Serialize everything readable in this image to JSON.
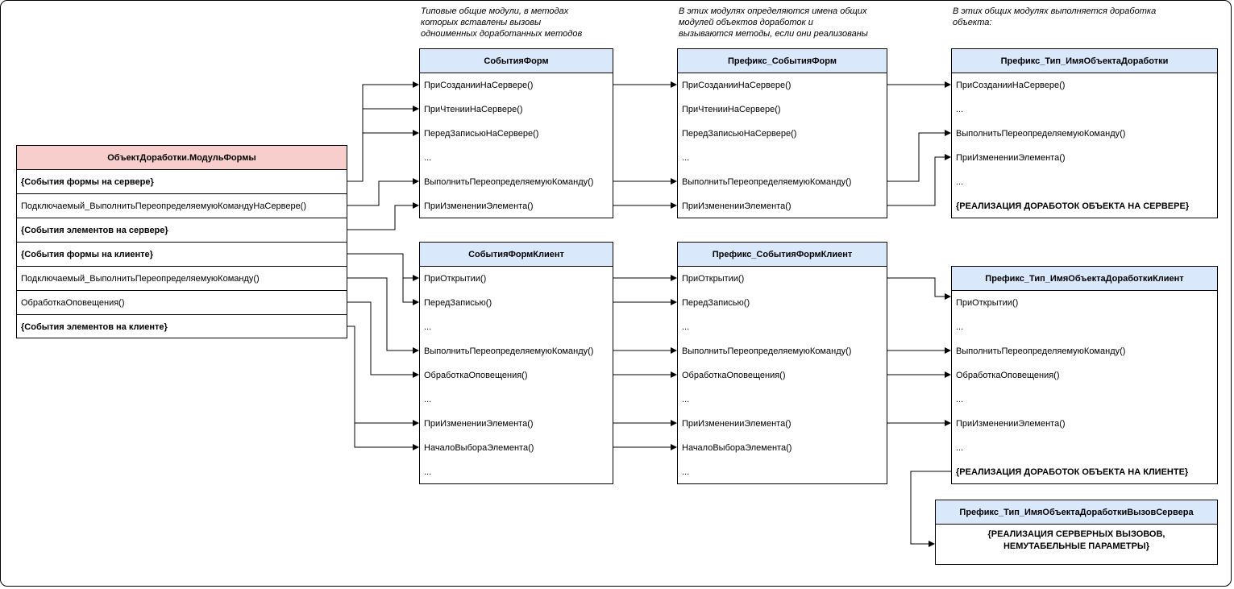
{
  "notes": {
    "typical": [
      "Типовые общие модули, в методах",
      "которых вставлены вызовы",
      "одноименных доработанных методов"
    ],
    "prefix": [
      "В этих модулях определяются имена общих",
      "модулей объектов доработок и",
      "вызываются методы, если они реализованы"
    ],
    "object": [
      "В этих общих модулях выполняется доработка",
      "объекта:"
    ]
  },
  "form_module": {
    "title": "ОбъектДоработки.МодульФормы",
    "rows": [
      "{События формы на сервере}",
      "Подключаемый_ВыполнитьПереопределяемуюКомандуНаСервере()",
      "{События элементов на сервере}",
      "{События формы на клиенте}",
      "Подключаемый_ВыполнитьПереопределяемуюКоманду()",
      "ОбработкаОповещения()",
      "{События элементов на клиенте}"
    ]
  },
  "form_events": {
    "title": "СобытияФорм",
    "rows": [
      "ПриСозданииНаСервере()",
      "ПриЧтенииНаСервере()",
      "ПередЗаписьюНаСервере()",
      "...",
      "ВыполнитьПереопределяемуюКоманду()",
      "ПриИзмененииЭлемента()"
    ]
  },
  "form_events_client": {
    "title": "СобытияФормКлиент",
    "rows": [
      "ПриОткрытии()",
      "ПередЗаписью()",
      "...",
      "ВыполнитьПереопределяемуюКоманду()",
      "ОбработкаОповещения()",
      "...",
      "ПриИзмененииЭлемента()",
      "НачалоВыбораЭлемента()",
      "..."
    ]
  },
  "prefix_form_events": {
    "title": "Префикс_СобытияФорм",
    "rows": [
      "ПриСозданииНаСервере()",
      "ПриЧтенииНаСервере()",
      "ПередЗаписьюНаСервере()",
      "...",
      "ВыполнитьПереопределяемуюКоманду()",
      "ПриИзмененииЭлемента()"
    ]
  },
  "prefix_form_events_client": {
    "title": "Префикс_СобытияФормКлиент",
    "rows": [
      "ПриОткрытии()",
      "ПередЗаписью()",
      "...",
      "ВыполнитьПереопределяемуюКоманду()",
      "ОбработкаОповещения()",
      "...",
      "ПриИзмененииЭлемента()",
      "НачалоВыбораЭлемента()",
      "..."
    ]
  },
  "prefix_object": {
    "title": "Префикс_Тип_ИмяОбъектаДоработки",
    "rows": [
      "ПриСозданииНаСервере()",
      "...",
      "ВыполнитьПереопределяемуюКоманду()",
      "ПриИзмененииЭлемента()",
      "...",
      "{РЕАЛИЗАЦИЯ ДОРАБОТОК ОБЪЕКТА НА СЕРВЕРЕ}"
    ]
  },
  "prefix_object_client": {
    "title": "Префикс_Тип_ИмяОбъектаДоработкиКлиент",
    "rows": [
      "ПриОткрытии()",
      "...",
      "ВыполнитьПереопределяемуюКоманду()",
      "ОбработкаОповещения()",
      "...",
      "ПриИзмененииЭлемента()",
      "...",
      "{РЕАЛИЗАЦИЯ ДОРАБОТОК ОБЪЕКТА НА КЛИЕНТЕ}"
    ]
  },
  "prefix_object_server_call": {
    "title": "Префикс_Тип_ИмяОбъектаДоработкиВызовСервера",
    "body": [
      "{РЕАЛИЗАЦИЯ СЕРВЕРНЫХ ВЫЗОВОВ,",
      "НЕМУТАБЕЛЬНЫЕ ПАРАМЕТРЫ}"
    ]
  }
}
